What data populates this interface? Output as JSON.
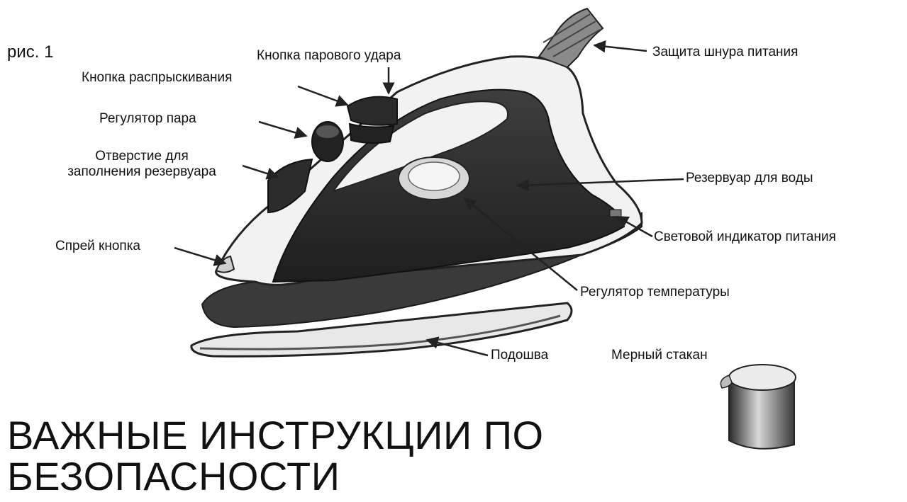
{
  "figure_label": "рис. 1",
  "labels": {
    "steam_burst_button": "Кнопка парового удара",
    "spray_mist_button": "Кнопка распрыскивания",
    "steam_regulator": "Регулятор пара",
    "fill_opening_line1": "Отверстие для",
    "fill_opening_line2": "заполнения резервуара",
    "spray_button": "Спрей кнопка",
    "cord_protector": "Защита шнура питания",
    "water_tank": "Резервуар для воды",
    "power_indicator": "Световой индикатор питания",
    "temperature_control": "Регулятор температуры",
    "soleplate": "Подошва",
    "measuring_cup": "Мерный стакан"
  },
  "heading": {
    "line1": "ВАЖНЫЕ ИНСТРУКЦИИ ПО",
    "line2": "БЕЗОПАСНОСТИ"
  }
}
